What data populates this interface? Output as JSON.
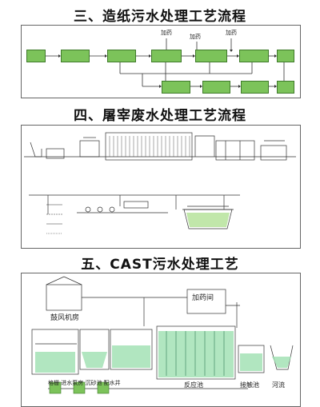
{
  "titles": {
    "s3": "三、造纸污水处理工艺流程",
    "s4": "四、屠宰废水处理工艺流程",
    "s5": "五、CAST污水处理工艺"
  },
  "paper": {
    "dosing": [
      "加药",
      "加药",
      "加药"
    ]
  },
  "cast": {
    "labels": [
      "鼓风机房",
      "加药间",
      "格栅 进水泵房 沉砂池 配水井",
      "反应池",
      "接触池",
      "河流"
    ]
  }
}
